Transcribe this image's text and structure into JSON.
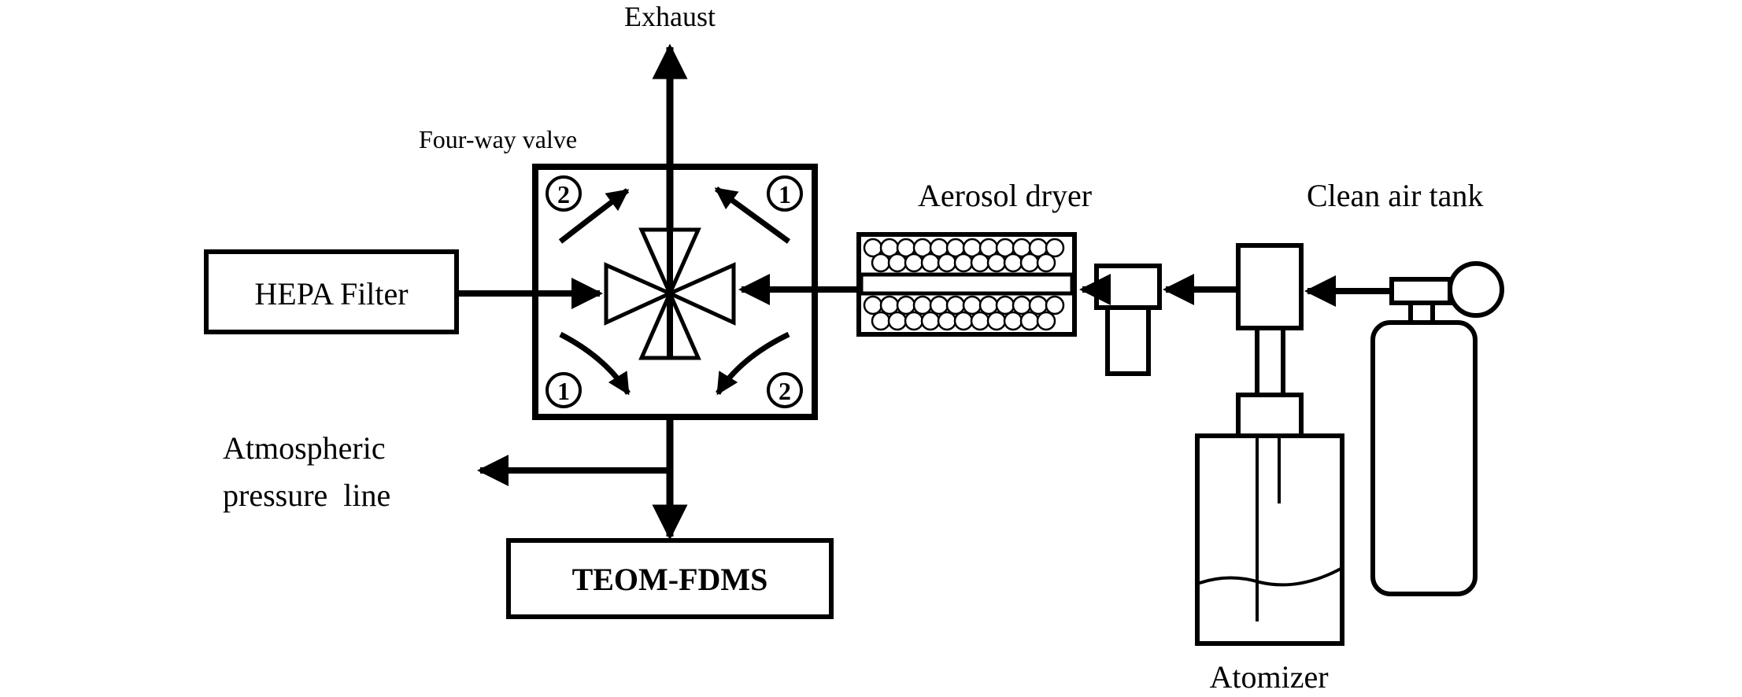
{
  "labels": {
    "exhaust": "Exhaust",
    "four_way_valve": "Four-way valve",
    "aerosol_dryer": "Aerosol dryer",
    "clean_air_tank": "Clean air tank",
    "hepa_filter": "HEPA Filter",
    "atmospheric_line_1": "Atmospheric",
    "atmospheric_line_2": "pressure  line",
    "teom_fdms": "TEOM-FDMS",
    "atomizer": "Atomizer"
  },
  "valve_ports": {
    "top_left": "2",
    "top_right": "1",
    "bottom_left": "1",
    "bottom_right": "2"
  }
}
